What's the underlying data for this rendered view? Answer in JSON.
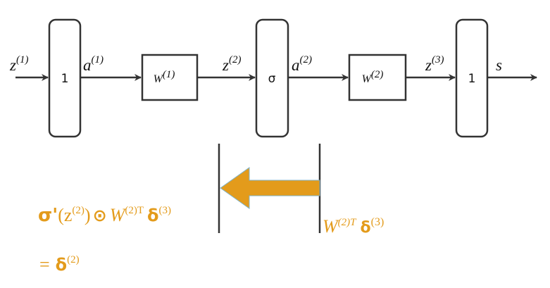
{
  "blocks": [
    {
      "id": "block-identity-1",
      "label": "1"
    },
    {
      "id": "block-weight-1",
      "label": "W",
      "sup": "(1)"
    },
    {
      "id": "block-sigma",
      "label": "σ"
    },
    {
      "id": "block-weight-2",
      "label": "W",
      "sup": "(2)"
    },
    {
      "id": "block-identity-2",
      "label": "1"
    }
  ],
  "signals": {
    "z1": {
      "base": "z",
      "sup": "(1)"
    },
    "a1": {
      "base": "a",
      "sup": "(1)"
    },
    "z2": {
      "base": "z",
      "sup": "(2)"
    },
    "a2": {
      "base": "a",
      "sup": "(2)"
    },
    "z3": {
      "base": "z",
      "sup": "(3)"
    },
    "s": {
      "base": "s"
    }
  },
  "backprop": {
    "right_label": {
      "w": "W",
      "w_sup": "(2)T",
      "delta": "δ",
      "delta_sup": "(3)"
    },
    "left_formula": {
      "sigma_prime": "σ'",
      "z_open": "(z",
      "z_sup": "(2)",
      "z_close": ")",
      "hadamard": "⊙",
      "w": "W",
      "w_sup": "(2)T",
      "delta": "δ",
      "delta_sup": "(3)"
    },
    "result": {
      "equals": "=",
      "delta": "δ",
      "delta_sup": "(2)"
    }
  },
  "colors": {
    "accent": "#e39b1b",
    "stroke": "#333333"
  }
}
